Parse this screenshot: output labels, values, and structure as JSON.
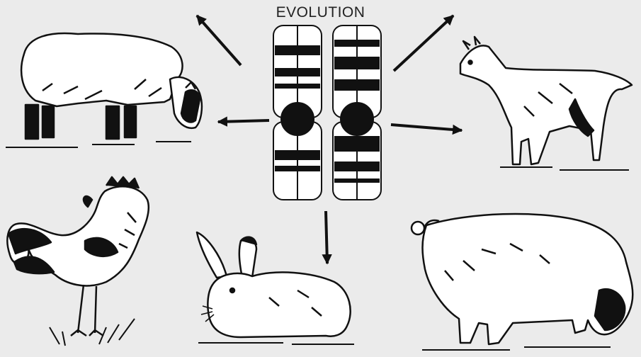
{
  "diagram": {
    "title": "EVOLUTION",
    "center": "chromosome-pair",
    "animals": [
      "sheep",
      "goat",
      "rooster",
      "rabbit",
      "pig"
    ],
    "colors": {
      "ink": "#111111",
      "background": "#ebebeb",
      "paper": "#ffffff"
    }
  }
}
